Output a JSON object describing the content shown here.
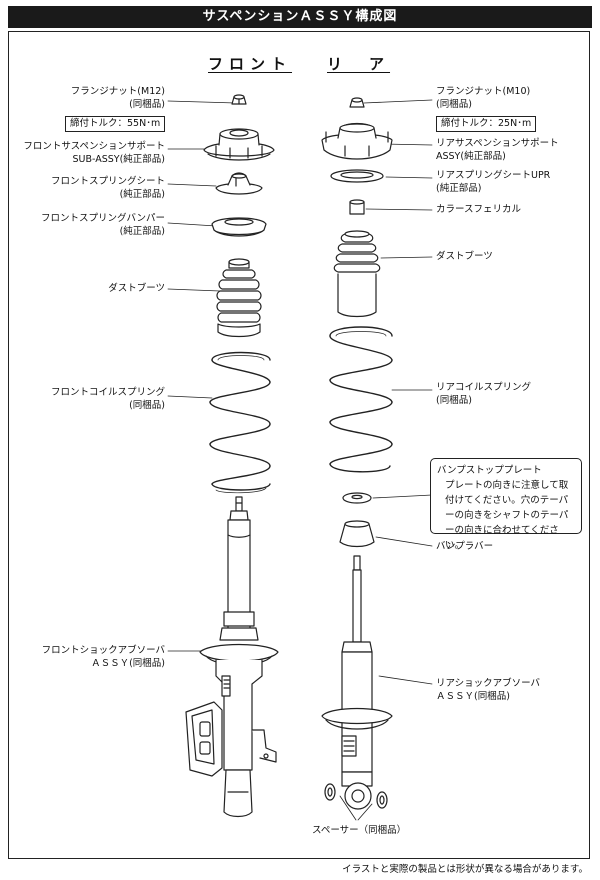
{
  "title": "サスペンションＡＳＳＹ構成図",
  "headings": {
    "front": "フロント",
    "rear": "リ　ア"
  },
  "front_labels": {
    "flange_nut": [
      "フランジナット(M12)",
      "(同梱品)"
    ],
    "torque": "締付トルク：55N･m",
    "support": [
      "フロントサスペンションサポート",
      "SUB-ASSY(純正部品)"
    ],
    "spring_seat": [
      "フロントスプリングシート",
      "(純正部品)"
    ],
    "bumper": [
      "フロントスプリングバンパー",
      "(純正部品)"
    ],
    "dust_boot": "ダストブーツ",
    "coil": [
      "フロントコイルスプリング",
      "(同梱品)"
    ],
    "shock": [
      "フロントショックアブソーバ",
      "ＡＳＳＹ(同梱品)"
    ]
  },
  "rear_labels": {
    "flange_nut": [
      "フランジナット(M10)",
      "(同梱品)"
    ],
    "torque": "締付トルク：25N･m",
    "support": [
      "リアサスペンションサポート",
      "ASSY(純正部品)"
    ],
    "spring_seat": [
      "リアスプリングシートUPR",
      "(純正部品)"
    ],
    "collar": "カラースフェリカル",
    "dust_boot": "ダストブーツ",
    "coil": [
      "リアコイルスプリング",
      "(同梱品)"
    ],
    "bump_stop_plate": {
      "title": "バンプストッププレート",
      "body": "プレートの向きに注意して取付けてください。穴のテーパーの向きをシャフトのテーパーの向きに合わせてください。"
    },
    "bump_rubber": "バンプラバー",
    "shock": [
      "リアショックアブソーバ",
      "ＡＳＳＹ(同梱品)"
    ],
    "spacer": "スペーサー（同梱品）"
  },
  "footnote": "イラストと実際の製品とは形状が異なる場合があります。",
  "colors": {
    "line": "#222222",
    "title_bg": "#1a1a1a",
    "title_text": "#ffffff"
  }
}
